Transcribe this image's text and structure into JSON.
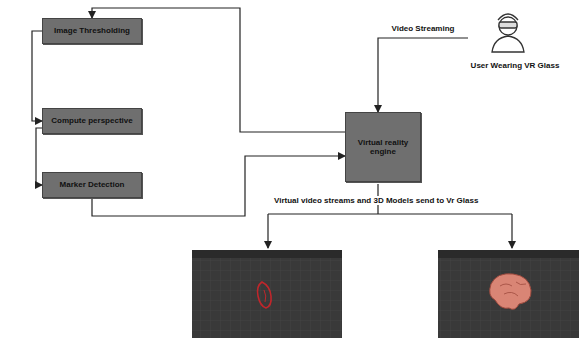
{
  "diagram": {
    "nodes": [
      {
        "text": [
          "Image Thresholding"
        ]
      },
      {
        "text": [
          "Compute perspective"
        ]
      },
      {
        "text": [
          "Marker Detection"
        ]
      },
      {
        "text": [
          "Virtual reality engine"
        ]
      },
      {
        "text": [
          "User Wearing VR Glass"
        ]
      }
    ],
    "edges": [
      {
        "from": 3,
        "to": 0,
        "arrow": "to"
      },
      {
        "from": 0,
        "to": 1,
        "arrow": "to"
      },
      {
        "from": 1,
        "to": 2,
        "arrow": "to"
      },
      {
        "from": 2,
        "to": 3,
        "arrow": "to"
      },
      {
        "from": 4,
        "to": 3,
        "label": "Video Streaming",
        "arrow": "to"
      }
    ],
    "labels": [
      "Virtual video streams and 3D Models send to Vr Glass"
    ]
  }
}
